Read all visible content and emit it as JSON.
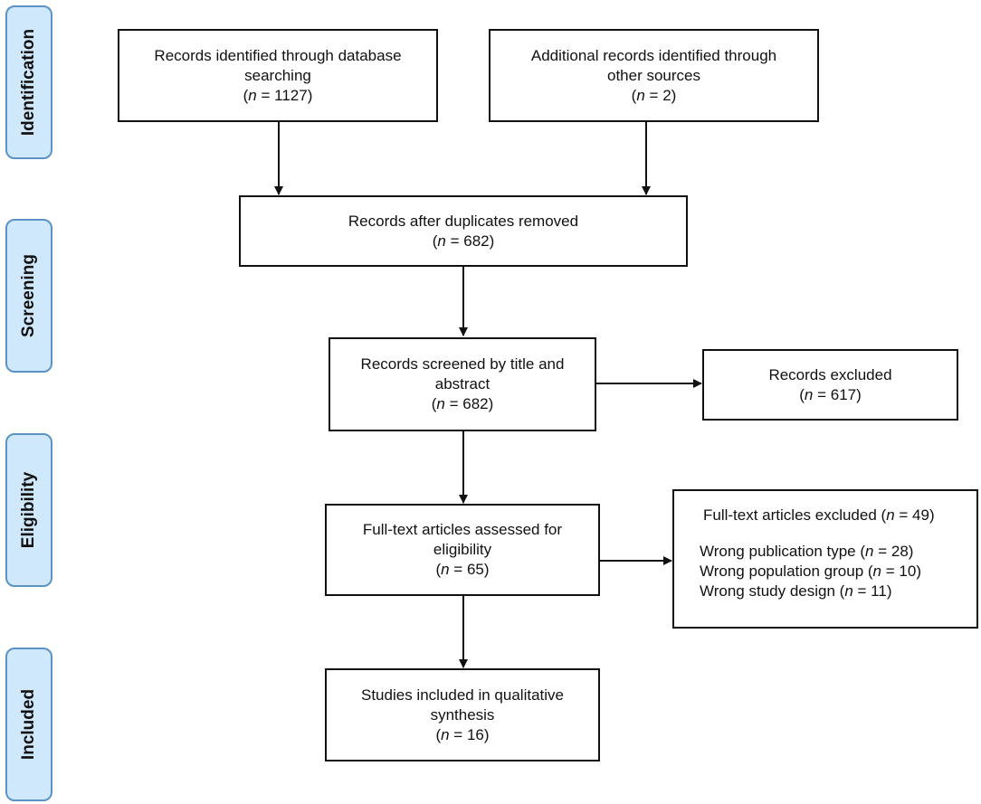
{
  "stages": [
    {
      "id": "identification",
      "label": "Identification"
    },
    {
      "id": "screening",
      "label": "Screening"
    },
    {
      "id": "eligibility",
      "label": "Eligibility"
    },
    {
      "id": "included",
      "label": "Included"
    }
  ],
  "boxes": {
    "db_search": {
      "line1": "Records identified through database",
      "line2": "searching",
      "n": "1127"
    },
    "other_sources": {
      "line1": "Additional records identified through",
      "line2": "other sources",
      "n": "2"
    },
    "dedup": {
      "line1": "Records after duplicates removed",
      "n": "682"
    },
    "screened": {
      "line1": "Records screened by title and",
      "line2": "abstract",
      "n": "682"
    },
    "excluded": {
      "line1": "Records excluded",
      "n": "617"
    },
    "fulltext": {
      "line1": "Full-text articles assessed for",
      "line2": "eligibility",
      "n": "65"
    },
    "fulltext_excluded": {
      "title": "Full-text articles excluded",
      "n": "49",
      "reasons": [
        {
          "label": "Wrong publication type",
          "n": "28"
        },
        {
          "label": "Wrong population group",
          "n": "10"
        },
        {
          "label": "Wrong study design",
          "n": "11"
        }
      ]
    },
    "included": {
      "line1": "Studies included in qualitative",
      "line2": "synthesis",
      "n": "16"
    }
  },
  "n_symbol": "n",
  "colors": {
    "stage_fill": "#cfe8fb",
    "stage_border": "#5b93c7",
    "box_border": "#111111",
    "arrow": "#111111"
  }
}
